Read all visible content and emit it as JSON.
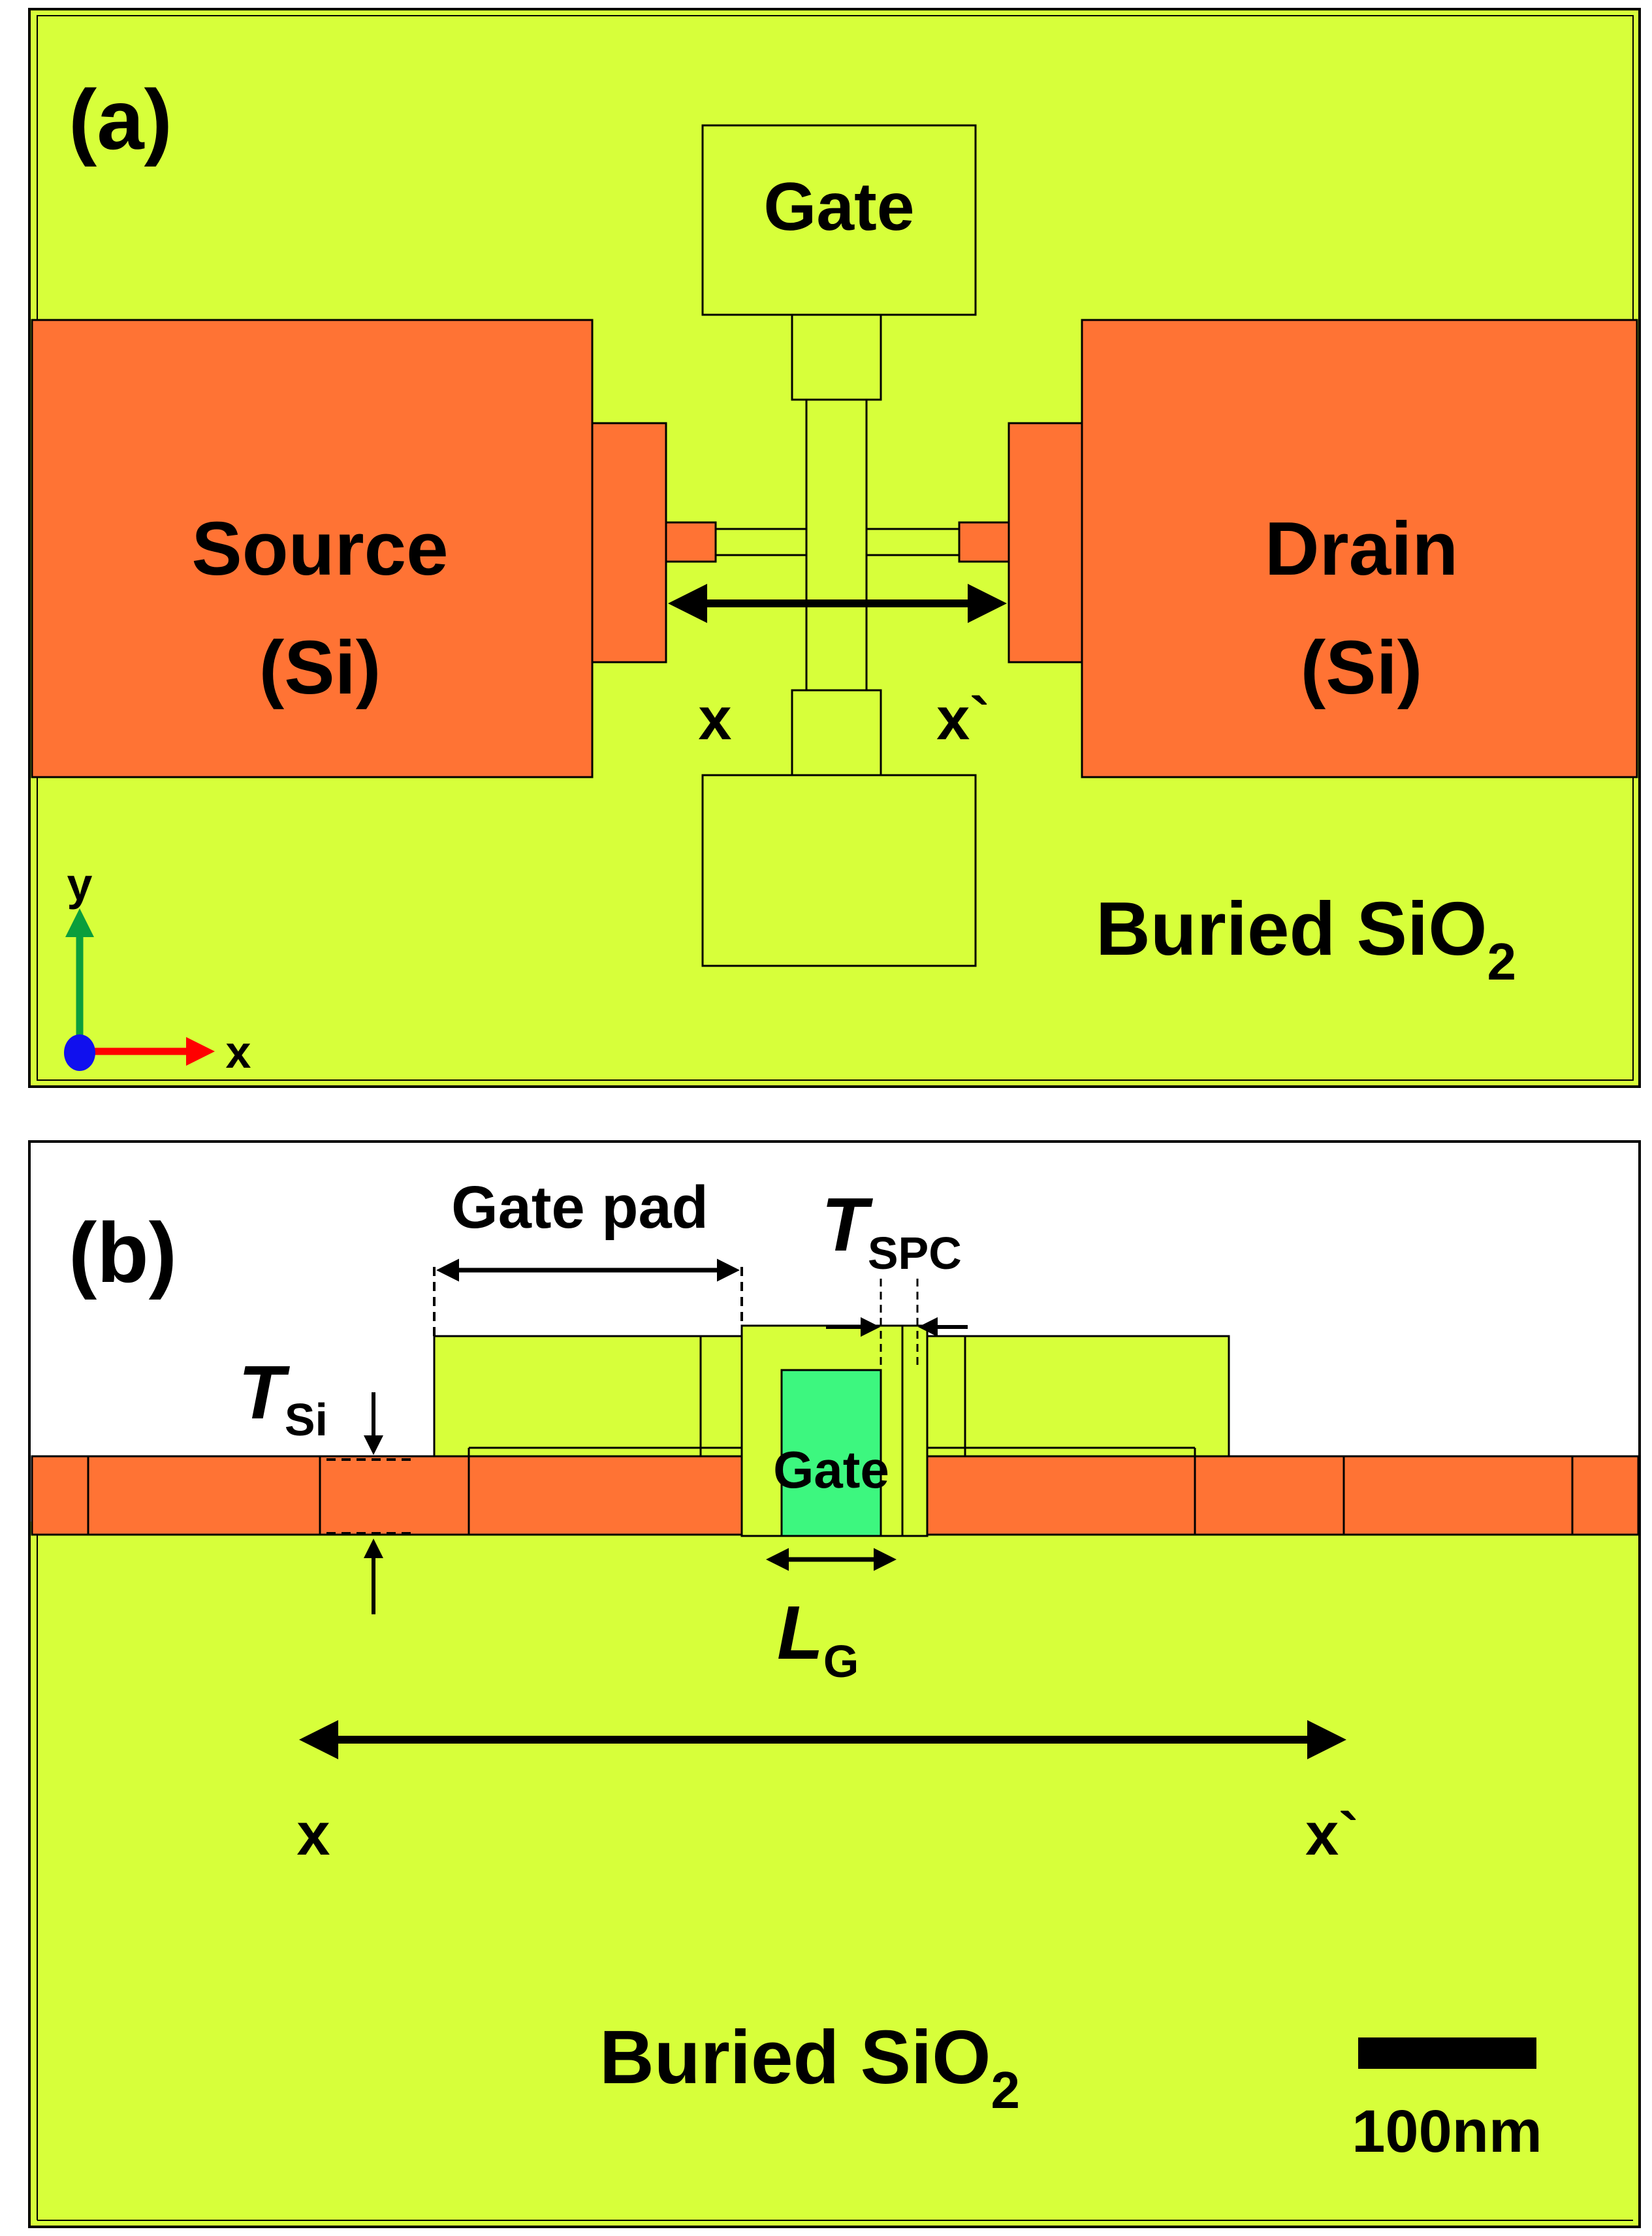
{
  "colors": {
    "oxide": "#D7FF3A",
    "silicon": "#FF7334",
    "gate_fill": "#3DF77F",
    "outline": "#000000",
    "axis_y": "#0A9E3C",
    "axis_x": "#FF0000",
    "origin": "#1010EE",
    "background": "#FFFFFF"
  },
  "panel_a": {
    "label": "(a)",
    "gate_label": "Gate",
    "source_label": "Source",
    "source_material": "(Si)",
    "drain_label": "Drain",
    "drain_material": "(Si)",
    "cut_start": "x",
    "cut_end": "x`",
    "box_label": "Buried SiO",
    "box_subscript": "2",
    "axis_y_label": "y",
    "axis_x_label": "x"
  },
  "panel_b": {
    "label": "(b)",
    "gate_pad_label": "Gate pad",
    "tspc_symbol": "T",
    "tspc_subscript": "SPC",
    "tsi_symbol": "T",
    "tsi_subscript": "Si",
    "gate_label": "Gate",
    "lg_symbol": "L",
    "lg_subscript": "G",
    "cut_start": "x",
    "cut_end": "x`",
    "box_label": "Buried SiO",
    "box_subscript": "2",
    "scale_label": "100nm"
  }
}
